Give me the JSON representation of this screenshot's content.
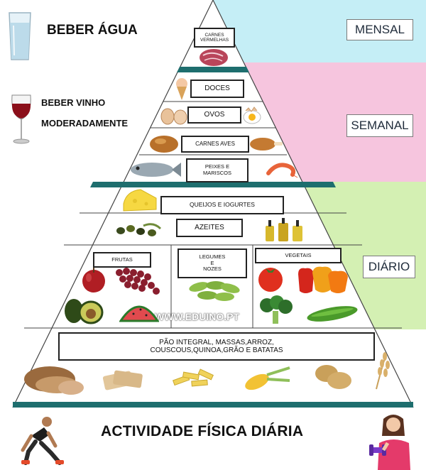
{
  "colors": {
    "mensal_band": "#c5eef6",
    "semanal_band": "#f6c5de",
    "diario_band": "#d4f0b3",
    "pyramid_stripe": "#1e6e6e",
    "period_text": "#1f2b3a"
  },
  "periods": {
    "mensal": "MENSAL",
    "semanal": "SEMANAL",
    "diario": "DIÁRIO"
  },
  "side_notes": {
    "water": "BEBER ÁGUA",
    "wine_line1": "BEBER VINHO",
    "wine_line2": "MODERADAMENTE"
  },
  "tiers": {
    "carnes_vermelhas": [
      "CARNES",
      "VERMELHAS"
    ],
    "doces": "DOCES",
    "ovos": "OVOS",
    "carnes_aves": "CARNES AVES",
    "peixes": [
      "PEIXES E",
      "MARISCOS"
    ],
    "queijos": "QUEIJOS E IOGURTES",
    "azeites": "AZEITES",
    "frutas": "FRUTAS",
    "legumes": [
      "LEGUMES",
      "E",
      "NOZES"
    ],
    "vegetais": "VEGETAIS",
    "base": [
      "PÃO INTEGRAL, MASSAS,ARROZ,",
      "COUSCOUS,QUINOA,GRÃO E BATATAS"
    ]
  },
  "watermark": "WWW.EDUINO.PT",
  "footer": "ACTIVIDADE FÍSICA DIÁRIA",
  "icons": [
    "water-glass-icon",
    "wine-glass-icon",
    "steak-icon",
    "ice-cream-icon",
    "egg-icon",
    "roast-chicken-icon",
    "fish-icon",
    "shrimp-icon",
    "cheese-icon",
    "olives-icon",
    "oil-bottles-icon",
    "apple-icon",
    "grapes-icon",
    "avocado-icon",
    "watermelon-icon",
    "edamame-icon",
    "tomato-icon",
    "peppers-icon",
    "broccoli-icon",
    "cucumber-icon",
    "bread-icon",
    "crackers-icon",
    "pasta-icon",
    "corn-icon",
    "potato-icon",
    "wheat-icon",
    "runner-icon",
    "woman-dumbbell-icon"
  ]
}
